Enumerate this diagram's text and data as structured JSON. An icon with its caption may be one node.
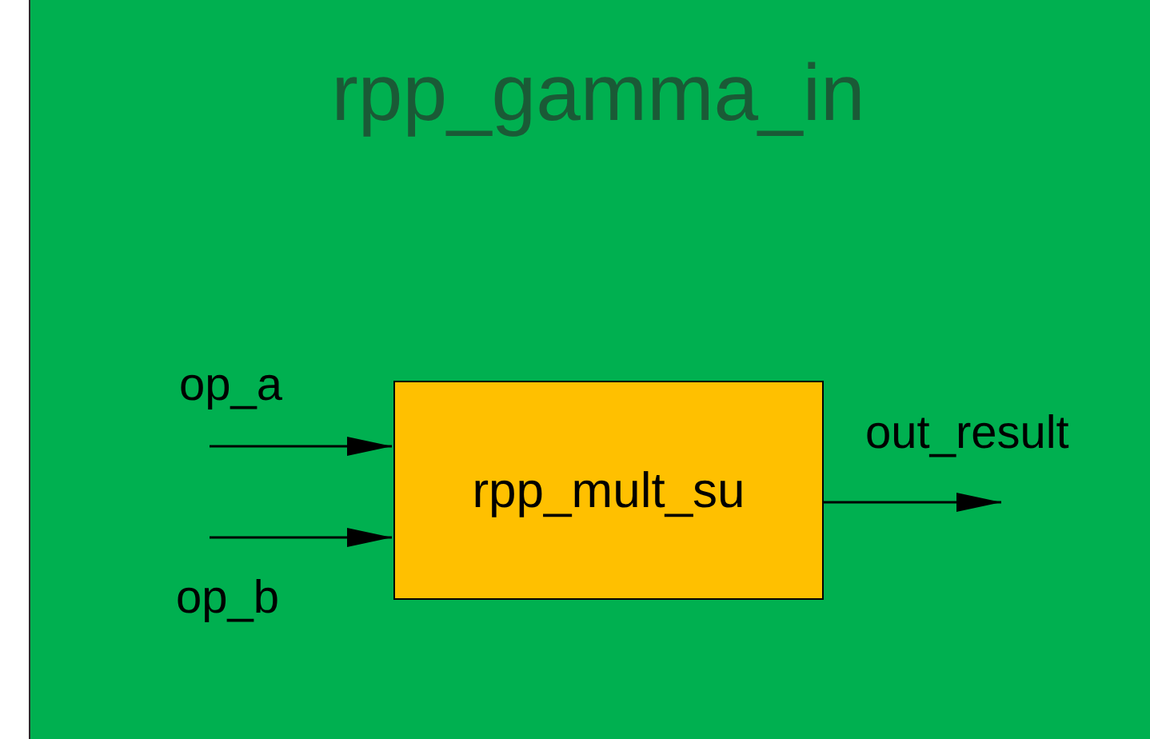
{
  "diagram": {
    "nodes": [
      {
        "text": [
          "rpp_gamma_in"
        ]
      },
      {
        "text": [
          "rpp_mult_su"
        ],
        "in": 0
      }
    ],
    "edges": [
      {
        "from": null,
        "to": 1,
        "arrow": "to",
        "label": "op_a"
      },
      {
        "from": null,
        "to": 1,
        "arrow": "to",
        "label": "op_b"
      },
      {
        "from": 1,
        "to": null,
        "arrow": "to",
        "label": "out_result"
      }
    ]
  }
}
